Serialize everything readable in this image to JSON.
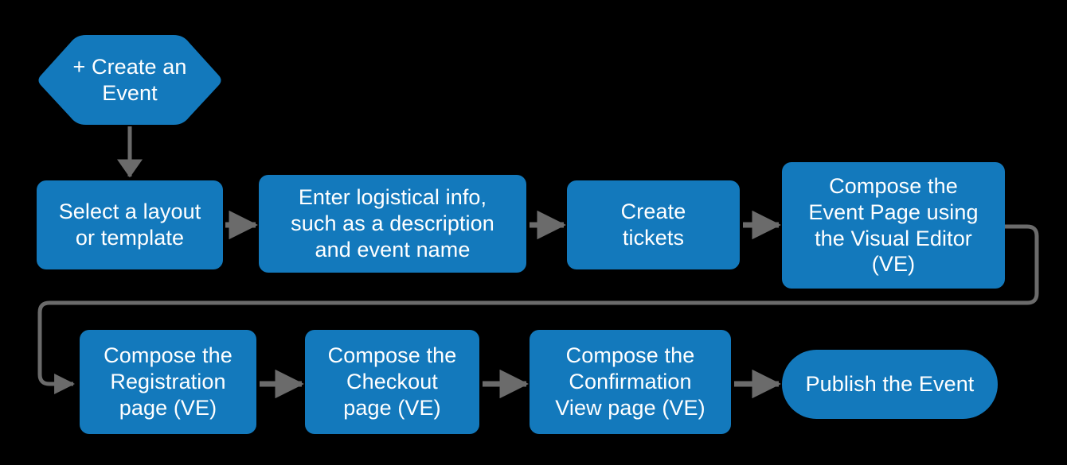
{
  "diagram": {
    "title": "Event creation workflow",
    "background_color": "#000000",
    "node_fill_color": "#1379bc",
    "node_text_color": "#ffffff",
    "connector_color": "#6b6b6b",
    "nodes": [
      {
        "id": "create-an-event",
        "shape": "hexagon",
        "label": "+ Create an\nEvent"
      },
      {
        "id": "select-layout",
        "shape": "rounded-rectangle",
        "label": "Select a layout\nor template"
      },
      {
        "id": "enter-logistical-info",
        "shape": "rounded-rectangle",
        "label": "Enter logistical info,\nsuch as a description\nand event name"
      },
      {
        "id": "create-tickets",
        "shape": "rounded-rectangle",
        "label": "Create\ntickets"
      },
      {
        "id": "compose-event-page",
        "shape": "rounded-rectangle",
        "label": "Compose the\nEvent Page using\nthe Visual Editor\n(VE)"
      },
      {
        "id": "compose-registration",
        "shape": "rounded-rectangle",
        "label": "Compose the\nRegistration\npage (VE)"
      },
      {
        "id": "compose-checkout",
        "shape": "rounded-rectangle",
        "label": "Compose the\nCheckout\npage (VE)"
      },
      {
        "id": "compose-confirmation",
        "shape": "rounded-rectangle",
        "label": "Compose the\nConfirmation\nView page (VE)"
      },
      {
        "id": "publish-the-event",
        "shape": "stadium",
        "label": "Publish the Event"
      }
    ],
    "connectors": [
      {
        "from": "create-an-event",
        "to": "select-layout",
        "direction": "down"
      },
      {
        "from": "select-layout",
        "to": "enter-logistical-info",
        "direction": "right"
      },
      {
        "from": "enter-logistical-info",
        "to": "create-tickets",
        "direction": "right"
      },
      {
        "from": "create-tickets",
        "to": "compose-event-page",
        "direction": "right"
      },
      {
        "from": "compose-event-page",
        "to": "compose-registration",
        "direction": "wrap-around"
      },
      {
        "from": "compose-registration",
        "to": "compose-checkout",
        "direction": "right"
      },
      {
        "from": "compose-checkout",
        "to": "compose-confirmation",
        "direction": "right"
      },
      {
        "from": "compose-confirmation",
        "to": "publish-the-event",
        "direction": "right"
      }
    ]
  }
}
